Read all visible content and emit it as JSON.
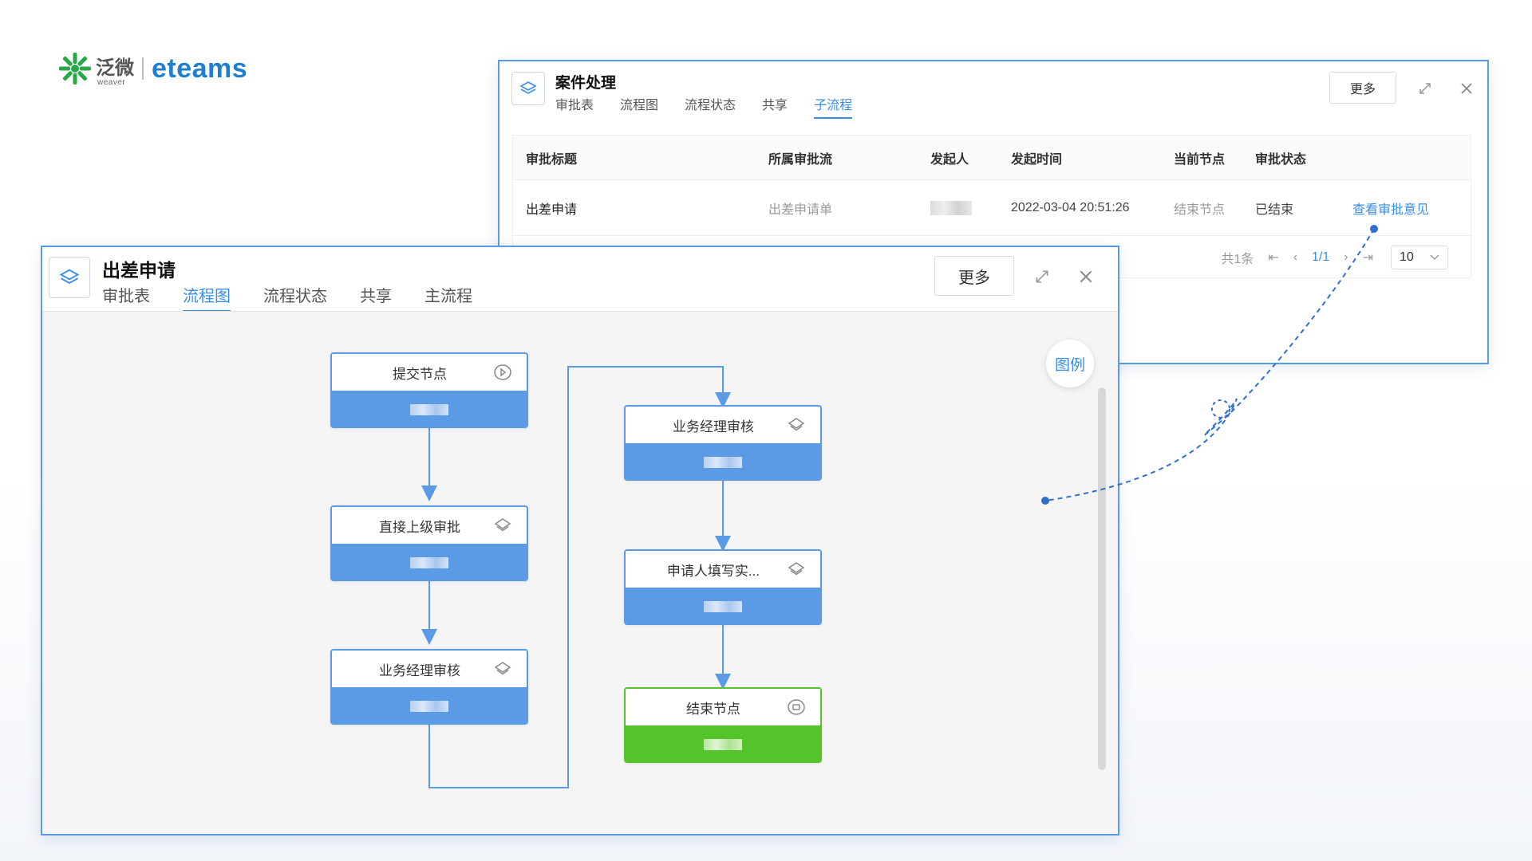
{
  "brand": {
    "cn": "泛微",
    "sub": "weaver",
    "en": "eteams"
  },
  "colors": {
    "accent": "#3a8ee6",
    "node_blue": "#5b9be6",
    "node_green": "#55c42a",
    "window_border": "#5b9be6"
  },
  "back_window": {
    "title": "案件处理",
    "tabs": [
      {
        "label": "审批表",
        "active": false
      },
      {
        "label": "流程图",
        "active": false
      },
      {
        "label": "流程状态",
        "active": false
      },
      {
        "label": "共享",
        "active": false
      },
      {
        "label": "子流程",
        "active": true
      }
    ],
    "more_label": "更多",
    "table": {
      "headers": [
        "审批标题",
        "所属审批流",
        "发起人",
        "发起时间",
        "当前节点",
        "审批状态"
      ],
      "rows": [
        {
          "title": "出差申请",
          "flow": "出差申请单",
          "initiator": "",
          "time": "2022-03-04 20:51:26",
          "current_node": "结束节点",
          "status": "已结束",
          "action": "查看审批意见"
        }
      ]
    },
    "pagination": {
      "total": "共1条",
      "page": "1/1",
      "page_size": "10"
    }
  },
  "front_window": {
    "title": "出差申请",
    "tabs": [
      {
        "label": "审批表",
        "active": false
      },
      {
        "label": "流程图",
        "active": true
      },
      {
        "label": "流程状态",
        "active": false
      },
      {
        "label": "共享",
        "active": false
      },
      {
        "label": "主流程",
        "active": false
      }
    ],
    "more_label": "更多",
    "legend_label": "图例",
    "flow_nodes": [
      {
        "label": "提交节点",
        "icon": "play-circle-icon",
        "kind": "start"
      },
      {
        "label": "直接上级审批",
        "icon": "diamond-stack-icon",
        "kind": "approval"
      },
      {
        "label": "业务经理审核",
        "icon": "diamond-stack-icon",
        "kind": "approval"
      },
      {
        "label": "业务经理审核",
        "icon": "diamond-stack-icon",
        "kind": "approval"
      },
      {
        "label": "申请人填写实...",
        "icon": "diamond-stack-icon",
        "kind": "approval"
      },
      {
        "label": "结束节点",
        "icon": "stop-circle-icon",
        "kind": "end"
      }
    ]
  }
}
